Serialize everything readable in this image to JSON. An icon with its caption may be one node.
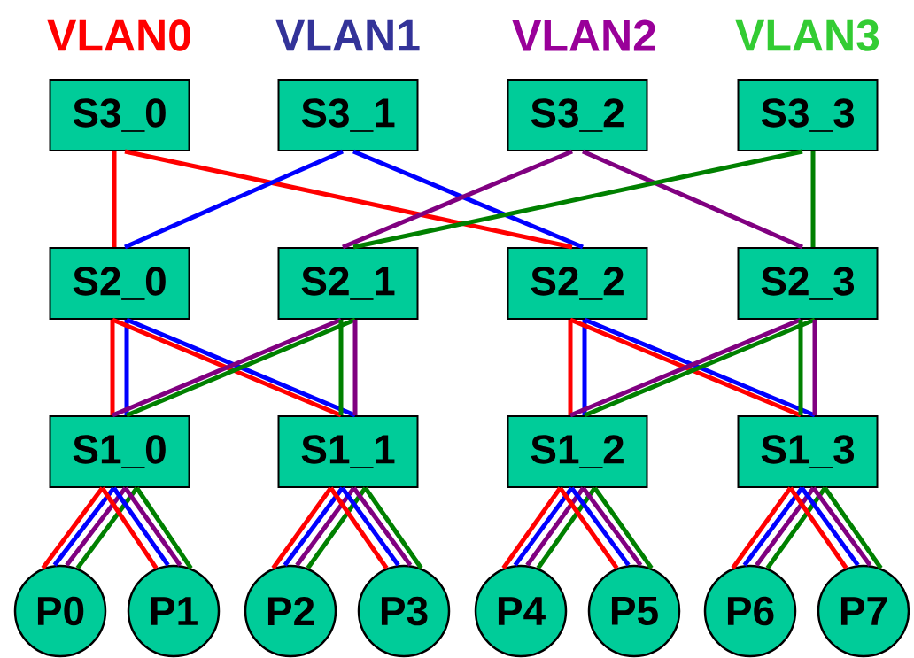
{
  "diagram": {
    "nodes": [
      {
        "text": [
          "S3_0"
        ]
      },
      {
        "text": [
          "S3_1"
        ]
      },
      {
        "text": [
          "S3_2"
        ]
      },
      {
        "text": [
          "S3_3"
        ]
      },
      {
        "text": [
          "S2_0"
        ]
      },
      {
        "text": [
          "S2_1"
        ]
      },
      {
        "text": [
          "S2_2"
        ]
      },
      {
        "text": [
          "S2_3"
        ]
      },
      {
        "text": [
          "S1_0"
        ]
      },
      {
        "text": [
          "S1_1"
        ]
      },
      {
        "text": [
          "S1_2"
        ]
      },
      {
        "text": [
          "S1_3"
        ]
      },
      {
        "text": [
          "P0"
        ]
      },
      {
        "text": [
          "P1"
        ]
      },
      {
        "text": [
          "P2"
        ]
      },
      {
        "text": [
          "P3"
        ]
      },
      {
        "text": [
          "P4"
        ]
      },
      {
        "text": [
          "P5"
        ]
      },
      {
        "text": [
          "P6"
        ]
      },
      {
        "text": [
          "P7"
        ]
      }
    ],
    "edges": [
      {
        "from": 0,
        "to": 4,
        "arrow": "none",
        "color": "#ff0000"
      },
      {
        "from": 0,
        "to": 6,
        "arrow": "none",
        "color": "#ff0000"
      },
      {
        "from": 1,
        "to": 4,
        "arrow": "none",
        "color": "#0000ff"
      },
      {
        "from": 1,
        "to": 6,
        "arrow": "none",
        "color": "#0000ff"
      },
      {
        "from": 2,
        "to": 5,
        "arrow": "none",
        "color": "#800080"
      },
      {
        "from": 2,
        "to": 7,
        "arrow": "none",
        "color": "#800080"
      },
      {
        "from": 3,
        "to": 5,
        "arrow": "none",
        "color": "#008000"
      },
      {
        "from": 3,
        "to": 7,
        "arrow": "none",
        "color": "#008000"
      },
      {
        "from": 4,
        "to": 8,
        "arrow": "none",
        "color": "#ff0000"
      },
      {
        "from": 4,
        "to": 8,
        "arrow": "none",
        "color": "#0000ff"
      },
      {
        "from": 4,
        "to": 9,
        "arrow": "none",
        "color": "#ff0000"
      },
      {
        "from": 4,
        "to": 9,
        "arrow": "none",
        "color": "#0000ff"
      },
      {
        "from": 5,
        "to": 8,
        "arrow": "none",
        "color": "#800080"
      },
      {
        "from": 5,
        "to": 8,
        "arrow": "none",
        "color": "#008000"
      },
      {
        "from": 5,
        "to": 9,
        "arrow": "none",
        "color": "#008000"
      },
      {
        "from": 5,
        "to": 9,
        "arrow": "none",
        "color": "#800080"
      },
      {
        "from": 6,
        "to": 10,
        "arrow": "none",
        "color": "#ff0000"
      },
      {
        "from": 6,
        "to": 10,
        "arrow": "none",
        "color": "#0000ff"
      },
      {
        "from": 6,
        "to": 11,
        "arrow": "none",
        "color": "#ff0000"
      },
      {
        "from": 6,
        "to": 11,
        "arrow": "none",
        "color": "#0000ff"
      },
      {
        "from": 7,
        "to": 10,
        "arrow": "none",
        "color": "#800080"
      },
      {
        "from": 7,
        "to": 10,
        "arrow": "none",
        "color": "#008000"
      },
      {
        "from": 7,
        "to": 11,
        "arrow": "none",
        "color": "#008000"
      },
      {
        "from": 7,
        "to": 11,
        "arrow": "none",
        "color": "#800080"
      },
      {
        "from": 8,
        "to": 12,
        "arrow": "none",
        "color": "#ff0000"
      },
      {
        "from": 8,
        "to": 12,
        "arrow": "none",
        "color": "#0000ff"
      },
      {
        "from": 8,
        "to": 12,
        "arrow": "none",
        "color": "#800080"
      },
      {
        "from": 8,
        "to": 12,
        "arrow": "none",
        "color": "#008000"
      },
      {
        "from": 8,
        "to": 13,
        "arrow": "none",
        "color": "#ff0000"
      },
      {
        "from": 8,
        "to": 13,
        "arrow": "none",
        "color": "#0000ff"
      },
      {
        "from": 8,
        "to": 13,
        "arrow": "none",
        "color": "#800080"
      },
      {
        "from": 8,
        "to": 13,
        "arrow": "none",
        "color": "#008000"
      },
      {
        "from": 9,
        "to": 14,
        "arrow": "none",
        "color": "#ff0000"
      },
      {
        "from": 9,
        "to": 14,
        "arrow": "none",
        "color": "#0000ff"
      },
      {
        "from": 9,
        "to": 14,
        "arrow": "none",
        "color": "#800080"
      },
      {
        "from": 9,
        "to": 14,
        "arrow": "none",
        "color": "#008000"
      },
      {
        "from": 9,
        "to": 15,
        "arrow": "none",
        "color": "#ff0000"
      },
      {
        "from": 9,
        "to": 15,
        "arrow": "none",
        "color": "#0000ff"
      },
      {
        "from": 9,
        "to": 15,
        "arrow": "none",
        "color": "#800080"
      },
      {
        "from": 9,
        "to": 15,
        "arrow": "none",
        "color": "#008000"
      },
      {
        "from": 10,
        "to": 16,
        "arrow": "none",
        "color": "#ff0000"
      },
      {
        "from": 10,
        "to": 16,
        "arrow": "none",
        "color": "#0000ff"
      },
      {
        "from": 10,
        "to": 16,
        "arrow": "none",
        "color": "#800080"
      },
      {
        "from": 10,
        "to": 16,
        "arrow": "none",
        "color": "#008000"
      },
      {
        "from": 10,
        "to": 17,
        "arrow": "none",
        "color": "#ff0000"
      },
      {
        "from": 10,
        "to": 17,
        "arrow": "none",
        "color": "#0000ff"
      },
      {
        "from": 10,
        "to": 17,
        "arrow": "none",
        "color": "#800080"
      },
      {
        "from": 10,
        "to": 17,
        "arrow": "none",
        "color": "#008000"
      },
      {
        "from": 11,
        "to": 18,
        "arrow": "none",
        "color": "#ff0000"
      },
      {
        "from": 11,
        "to": 18,
        "arrow": "none",
        "color": "#0000ff"
      },
      {
        "from": 11,
        "to": 18,
        "arrow": "none",
        "color": "#800080"
      },
      {
        "from": 11,
        "to": 18,
        "arrow": "none",
        "color": "#008000"
      },
      {
        "from": 11,
        "to": 19,
        "arrow": "none",
        "color": "#ff0000"
      },
      {
        "from": 11,
        "to": 19,
        "arrow": "none",
        "color": "#0000ff"
      },
      {
        "from": 11,
        "to": 19,
        "arrow": "none",
        "color": "#800080"
      },
      {
        "from": 11,
        "to": 19,
        "arrow": "none",
        "color": "#008000"
      }
    ],
    "legend": [
      {
        "text": "VLAN0",
        "color": "#ff0000"
      },
      {
        "text": "VLAN1",
        "color": "#333399"
      },
      {
        "text": "VLAN2",
        "color": "#990099"
      },
      {
        "text": "VLAN3",
        "color": "#33cc33"
      }
    ]
  }
}
